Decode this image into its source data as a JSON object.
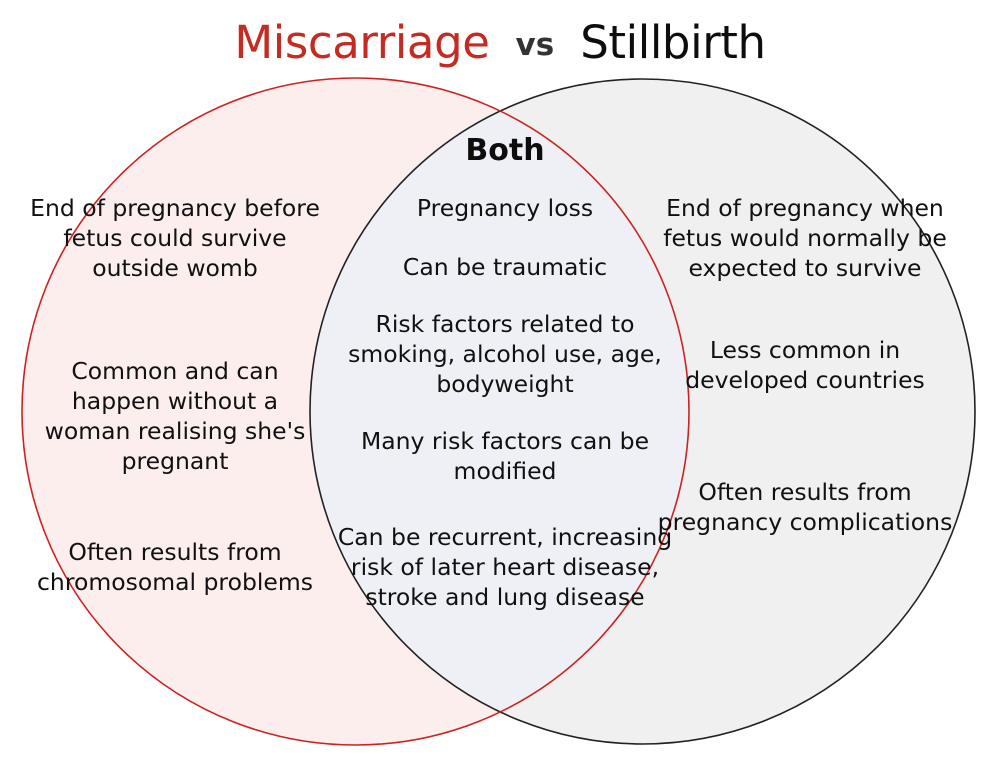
{
  "title": {
    "left": "Miscarriage",
    "separator": "vs",
    "right": "Stillbirth",
    "left_color": "#c42b22",
    "separator_color": "#333333",
    "right_color": "#0d0d0d"
  },
  "chart_data": {
    "type": "diagram",
    "diagram_type": "venn",
    "title": "Miscarriage vs Stillbirth",
    "sets": [
      {
        "name": "Miscarriage",
        "fill": "#fbeeec",
        "stroke": "#cc2222",
        "items": [
          "End of pregnancy before fetus could survive outside womb",
          "Common and can happen without a woman realising she's pregnant",
          "Often results from chromosomal problems"
        ]
      },
      {
        "name": "Stillbirth",
        "fill": "#f0f0f0",
        "stroke": "#222222",
        "items": [
          "End of pregnancy when fetus would normally be expected to survive",
          "Less common in developed countries",
          "Often results from pregnancy complications"
        ]
      }
    ],
    "intersection": {
      "name": "Both",
      "fill": "#eef0f6",
      "items": [
        "Pregnancy loss",
        "Can be traumatic",
        "Risk factors related to smoking, alcohol use, age, bodyweight",
        "Many risk factors can be modified",
        "Can be recurrent, increasing risk of later heart disease, stroke and lung disease"
      ]
    }
  },
  "left_circle": {
    "items": [
      "End of pregnancy before fetus could survive outside womb",
      "Common and can happen without a woman realising she's pregnant",
      "Often results from chromosomal problems"
    ]
  },
  "center_overlap": {
    "heading": "Both",
    "items": [
      "Pregnancy loss",
      "Can be traumatic",
      "Risk factors related to smoking, alcohol use, age, bodyweight",
      "Many risk factors can be modified",
      "Can be recurrent, increasing risk of later heart disease, stroke and lung disease"
    ]
  },
  "right_circle": {
    "items": [
      "End of pregnancy when fetus would normally be expected to survive",
      "Less common in developed countries",
      "Often results from pregnancy complications"
    ]
  }
}
